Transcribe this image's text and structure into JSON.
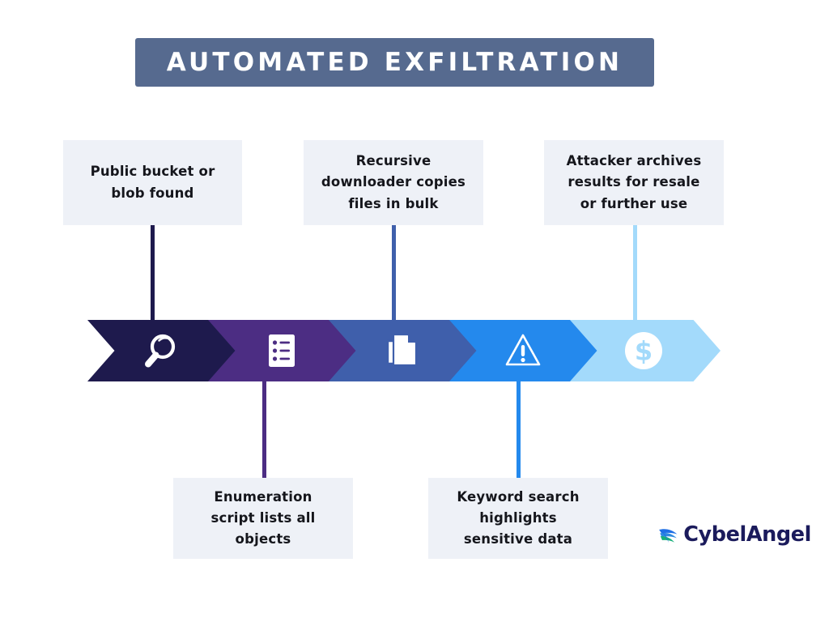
{
  "header": {
    "title": "AUTOMATED EXFILTRATION",
    "banner_color": "#566a8f",
    "title_color": "#ffffff"
  },
  "diagram": {
    "type": "process-flow-chevron",
    "box_background": "#eef1f7",
    "steps": [
      {
        "index": 1,
        "label": "Public bucket or\nblob found",
        "label_position": "top",
        "icon": "magnifier-icon",
        "color": "#1e1a4d"
      },
      {
        "index": 2,
        "label": "Enumeration\nscript lists all\nobjects",
        "label_position": "bottom",
        "icon": "list-icon",
        "color": "#4c2d83"
      },
      {
        "index": 3,
        "label": "Recursive\ndownloader copies\nfiles in bulk",
        "label_position": "top",
        "icon": "copy-documents-icon",
        "color": "#3f5fab"
      },
      {
        "index": 4,
        "label": "Keyword search\nhighlights\nsensitive data",
        "label_position": "bottom",
        "icon": "warning-triangle-icon",
        "color": "#2489ed"
      },
      {
        "index": 5,
        "label": "Attacker archives\nresults for resale\nor further use",
        "label_position": "top",
        "icon": "dollar-circle-icon",
        "color": "#a3dafb"
      }
    ]
  },
  "logo": {
    "name": "CybelAngel",
    "wordmark": "CybelAngel",
    "mark": "wing-swoosh-icon",
    "wordmark_color": "#1b1b5c",
    "mark_colors": [
      "#1f6fe5",
      "#2aa7d8",
      "#18b07a"
    ]
  }
}
